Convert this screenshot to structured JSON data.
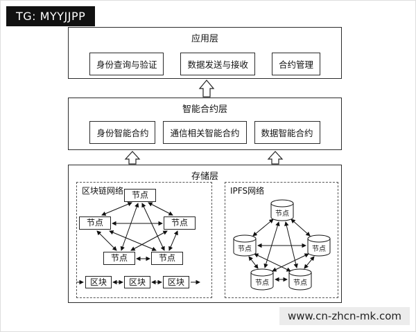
{
  "badges": {
    "tg": "TG: MYYJJPP",
    "site": "www.cn-zhcn-mk.com"
  },
  "layers": {
    "application": {
      "title": "应用层",
      "items": [
        "身份查询与验证",
        "数据发送与接收",
        "合约管理"
      ]
    },
    "contract": {
      "title": "智能合约层",
      "items": [
        "身份智能合约",
        "通信相关智能合约",
        "数据智能合约"
      ]
    },
    "storage": {
      "title": "存储层",
      "blockchain": {
        "title": "区块链网络",
        "node_label": "节点",
        "blocks": [
          "区块",
          "区块",
          "区块"
        ]
      },
      "ipfs": {
        "title": "IPFS网络",
        "node_label": "节点"
      }
    }
  }
}
